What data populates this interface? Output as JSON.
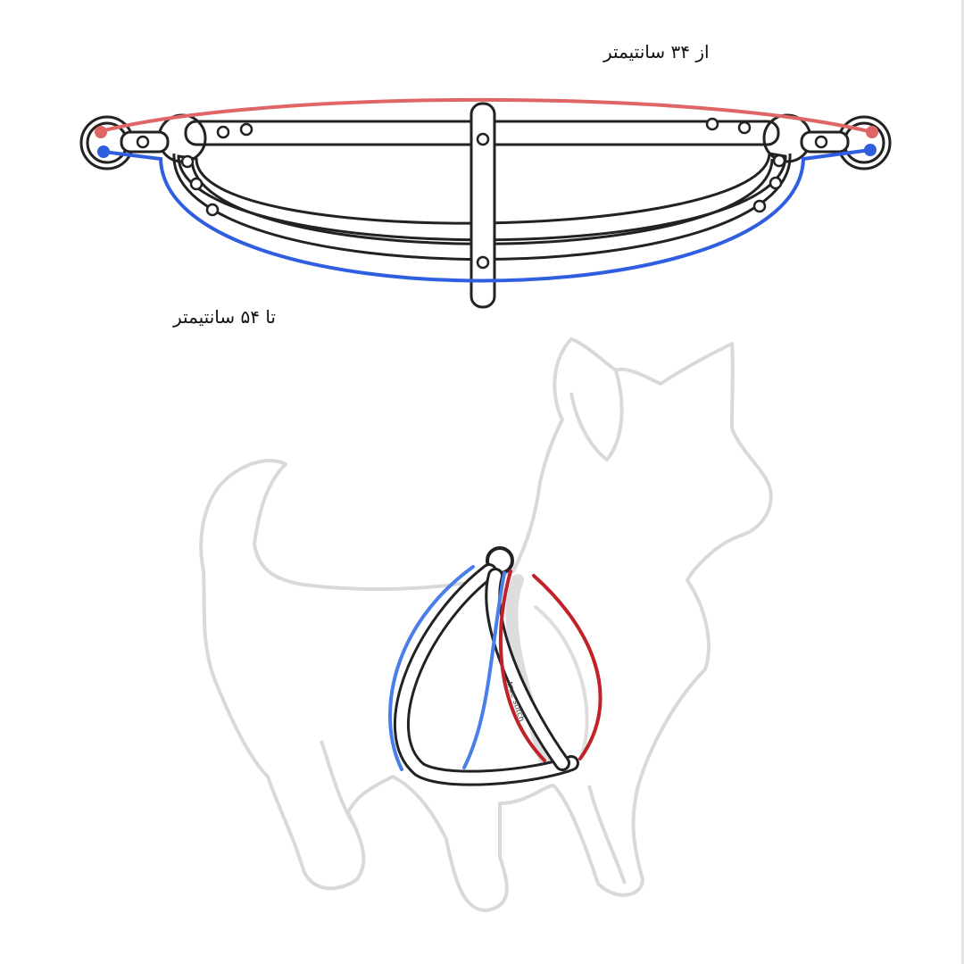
{
  "labels": {
    "min_length": "از ۳۴ سانتیمتر",
    "max_length": "تا ۵۴ سانتیمتر"
  },
  "strap_brand": "true stitch",
  "colors": {
    "min_line": "#e06666",
    "max_line": "#2f5fe0",
    "bottom_red": "#c0222a",
    "bottom_blue": "#4a7ee8",
    "outline": "#222222",
    "dog": "#d9d9d9"
  }
}
